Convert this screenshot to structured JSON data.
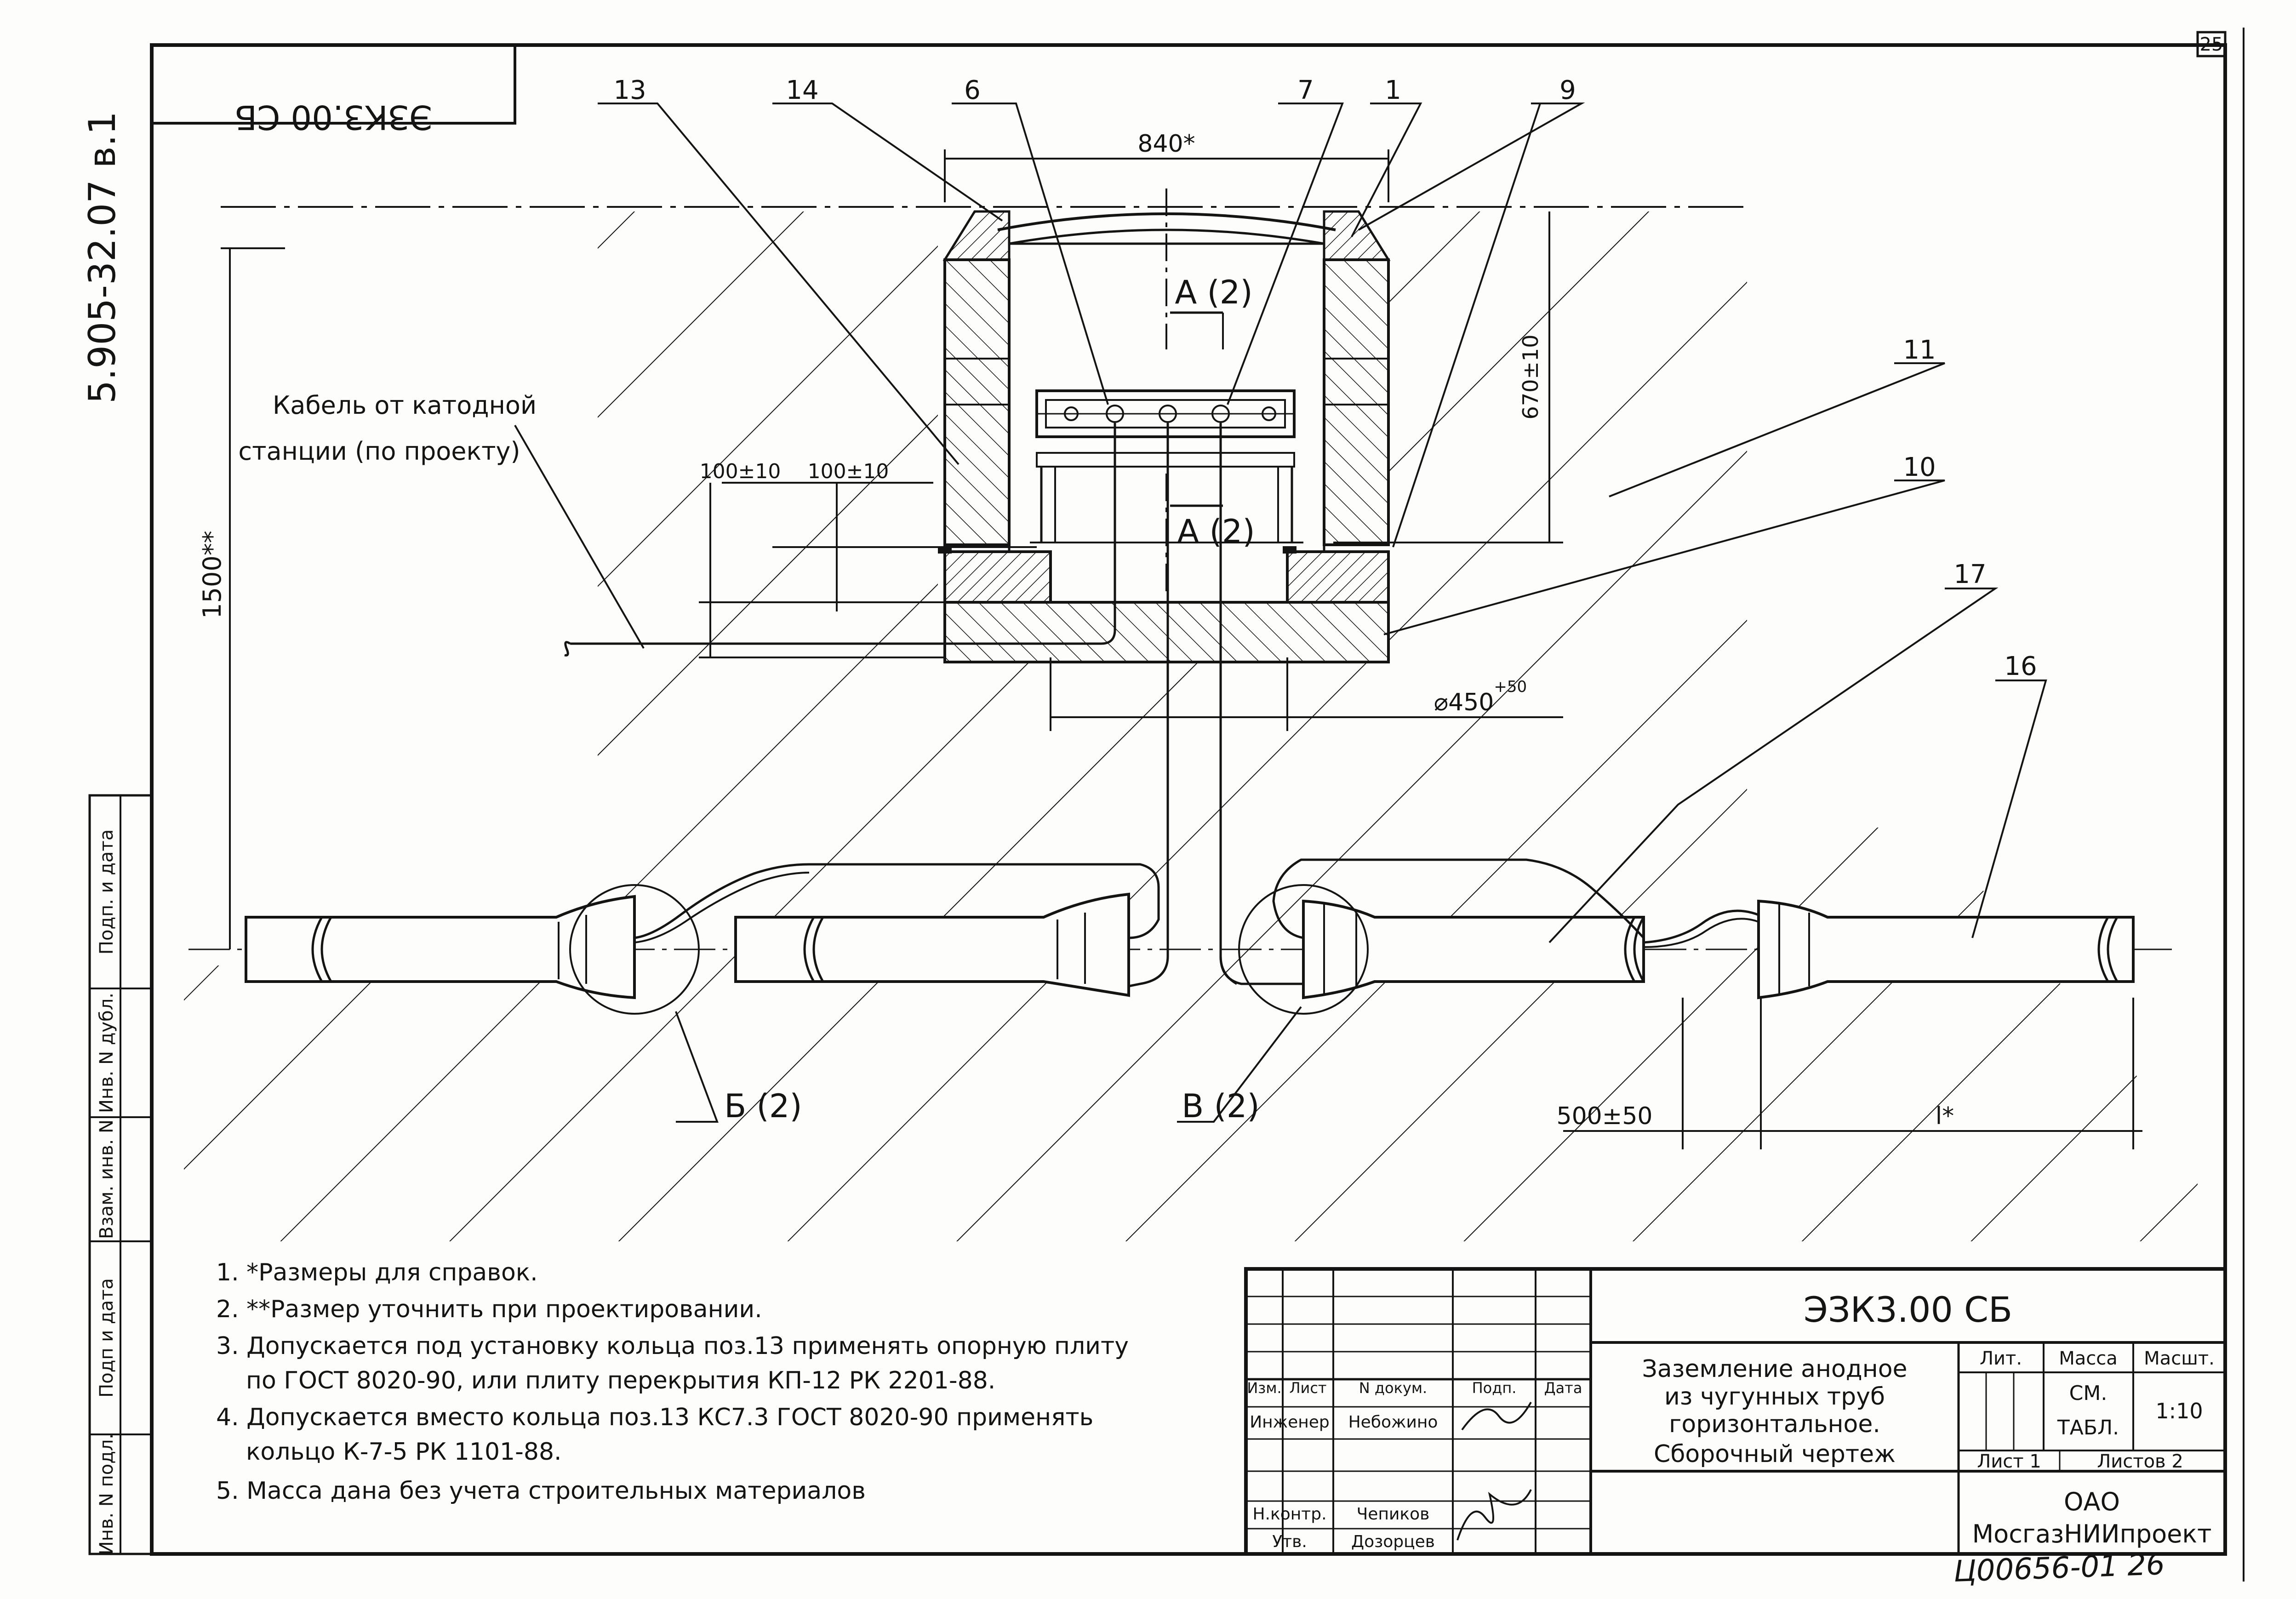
{
  "sheet": {
    "page_number": "25",
    "side_code": "5.905-32.07 в.1",
    "mirrored_stamp": "ЭЗК3.00 СБ"
  },
  "left_strip": {
    "fields": [
      "Подп. и дата",
      "Инв. N дубл.",
      "Взам. инв. N",
      "Подп и дата",
      "Инв. N подл."
    ]
  },
  "callouts": {
    "positions": [
      "13",
      "14",
      "6",
      "7",
      "1",
      "9",
      "11",
      "10",
      "17",
      "16"
    ],
    "cable_label_line1": "Кабель от катодной",
    "cable_label_line2": "станции (по проекту)",
    "section_top": "А (2)",
    "section_bottom": "А (2)",
    "view_b": "Б (2)",
    "view_v": "В (2)"
  },
  "dimensions": {
    "width_840": "840*",
    "height_670": "670±10",
    "depth_1500": "1500**",
    "gap_left": "100±10",
    "gap_right": "100±10",
    "diameter": "⌀450",
    "diameter_tol": "+50",
    "spacing_500": "500±50",
    "length_l": "l*"
  },
  "notes": [
    "1. *Размеры для справок.",
    "2. **Размер уточнить при проектировании.",
    "3. Допускается под установку кольца поз.13 применять опорную плиту",
    "по ГОСТ 8020-90, или плиту перекрытия КП-12 РК 2201-88.",
    "4. Допускается вместо кольца поз.13  КС7.3 ГОСТ 8020-90 применять",
    "кольцо К-7-5 РК 1101-88.",
    "5. Масса дана без учета строительных материалов"
  ],
  "title_block": {
    "doc_code": "ЭЗК3.00 СБ",
    "title_lines": [
      "Заземление анодное",
      "из чугунных труб",
      "горизонтальное.",
      "Сборочный чертеж"
    ],
    "col_headers": [
      "Изм.",
      "Лист",
      "N  докум.",
      "Подп.",
      "Дата"
    ],
    "engineer_role": "Инженер",
    "engineer_name": "Небожино",
    "control_role": "Н.контр.",
    "control_name": "Чепиков",
    "approve_role": "Утв.",
    "approve_name": "Дозорцев",
    "lit_label": "Лит.",
    "mass_label": "Масса",
    "scale_label": "Масшт.",
    "mass_value_1": "СМ.",
    "mass_value_2": "ТАБЛ.",
    "scale_value": "1:10",
    "sheet_label": "Лист 1",
    "sheets_label": "Листов 2",
    "org_line1": "ОАО",
    "org_line2": "МосгазНИИпроект"
  },
  "inventory_stamp": "Ц00656-01  26"
}
